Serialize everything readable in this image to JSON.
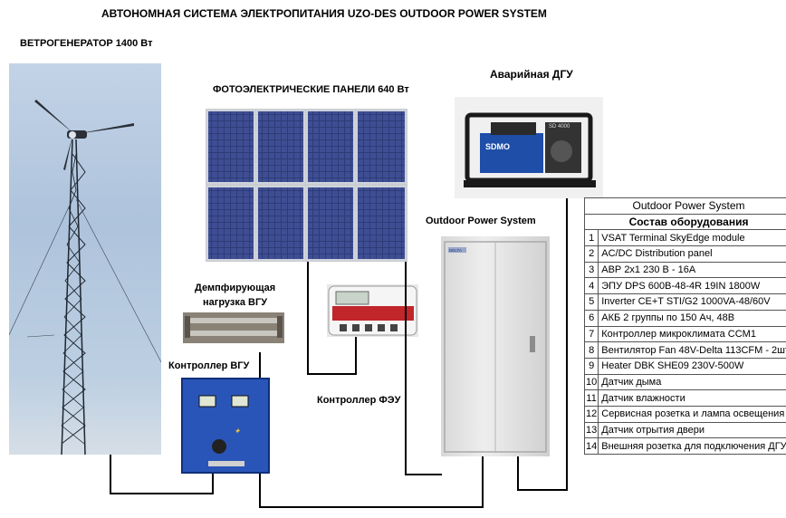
{
  "title": "АВТОНОМНАЯ СИСТЕМА ЭЛЕКТРОПИТАНИЯ UZO-DES OUTDOOR POWER SYSTEM",
  "labels": {
    "wind": "ВЕТРОГЕНЕРАТОР 1400 Вт",
    "pv": "ФОТОЭЛЕКТРИЧЕСКИЕ ПАНЕЛИ 640 Вт",
    "dgu": "Аварийная ДГУ",
    "ops": "Outdoor Power System",
    "dump_line1": "Демпфирующая",
    "dump_line2": "нагрузка ВГУ",
    "wind_ctrl": "Контроллер ВГУ",
    "solar_ctrl": "Контроллер ФЭУ",
    "gen_brand": "SDMO",
    "gen_model": "SD 4000",
    "cab_brand": "DELTA"
  },
  "table": {
    "header1": "Outdoor Power System",
    "header2": "Состав оборудования",
    "rows": [
      {
        "n": "1",
        "text": "VSAT Terminal SkyEdge module"
      },
      {
        "n": "2",
        "text": "AC/DC Distribution panel"
      },
      {
        "n": "3",
        "text": "АВР 2х1 230 В - 16А"
      },
      {
        "n": "4",
        "text": "ЭПУ DPS 600B-48-4R 19IN 1800W"
      },
      {
        "n": "5",
        "text": "Inverter CE+T STI/G2 1000VA-48/60V"
      },
      {
        "n": "6",
        "text": "АКБ 2 группы по 150 Ач, 48В"
      },
      {
        "n": "7",
        "text": "Контроллер микроклимата CCM1"
      },
      {
        "n": "8",
        "text": "Вентилятор Fan 48V-Delta 113CFM - 2шт"
      },
      {
        "n": "9",
        "text": "Heater DBK SHE09 230V-500W"
      },
      {
        "n": "10",
        "text": "Датчик дыма"
      },
      {
        "n": "11",
        "text": "Датчик влажности"
      },
      {
        "n": "12",
        "text": "Сервисная розетка и лампа освещения"
      },
      {
        "n": "13",
        "text": "Датчик отрытия двери"
      },
      {
        "n": "14",
        "text": "Внешняя розетка для подключения ДГУ"
      }
    ]
  }
}
